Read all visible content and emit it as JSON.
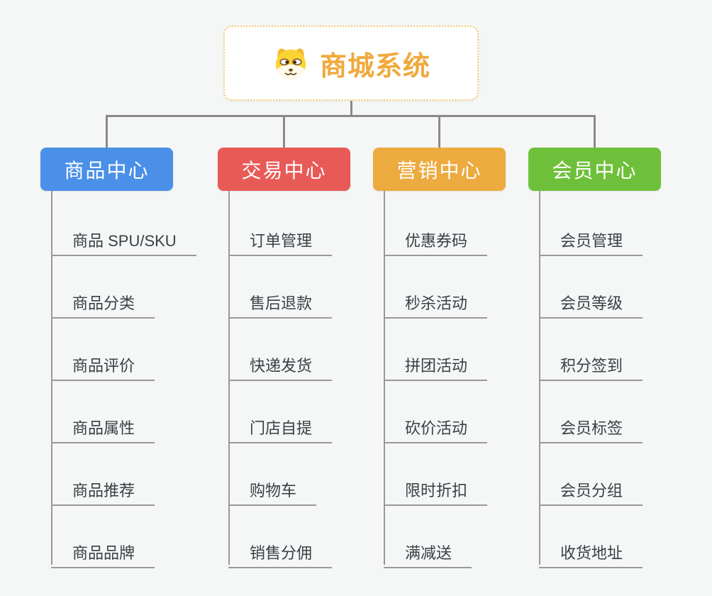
{
  "root": {
    "title": "商城系统",
    "icon": "doge-icon"
  },
  "colors": {
    "background": "#f5f6f6",
    "root_text": "#f0a93c",
    "root_border": "#f4c76d",
    "connector": "#8a8a8a",
    "leaf_line": "#999999",
    "leaf_text": "#3b3f45"
  },
  "branches": [
    {
      "label": "商品中心",
      "color": "#4a90e8",
      "children": [
        "商品 SPU/SKU",
        "商品分类",
        "商品评价",
        "商品属性",
        "商品推荐",
        "商品品牌"
      ]
    },
    {
      "label": "交易中心",
      "color": "#e85a56",
      "children": [
        "订单管理",
        "售后退款",
        "快递发货",
        "门店自提",
        "购物车",
        "销售分佣"
      ]
    },
    {
      "label": "营销中心",
      "color": "#edaa3f",
      "children": [
        "优惠券码",
        "秒杀活动",
        "拼团活动",
        "砍价活动",
        "限时折扣",
        "满减送"
      ]
    },
    {
      "label": "会员中心",
      "color": "#6ec03a",
      "children": [
        "会员管理",
        "会员等级",
        "积分签到",
        "会员标签",
        "会员分组",
        "收货地址"
      ]
    }
  ]
}
